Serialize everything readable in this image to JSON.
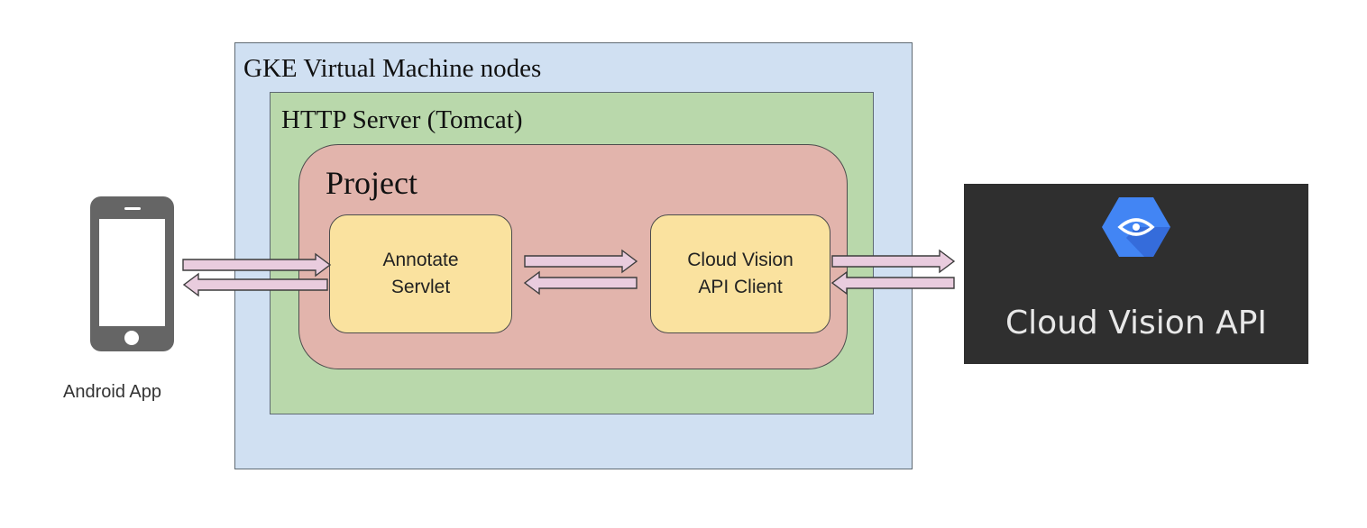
{
  "diagram": {
    "gke_label": "GKE Virtual Machine nodes",
    "http_label": "HTTP Server (Tomcat)",
    "project_label": "Project",
    "annotate_servlet": {
      "line1": "Annotate",
      "line2": "Servlet"
    },
    "vision_client": {
      "line1": "Cloud Vision",
      "line2": "API Client"
    },
    "android_label": "Android App",
    "cloud_vision_label": "Cloud Vision API",
    "icons": [
      "smartphone-icon",
      "cloud-vision-logo-icon"
    ],
    "colors": {
      "gke_fill": "#d0e0f2",
      "http_fill": "#b9d8ab",
      "project_fill": "#e2b4ac",
      "component_fill": "#fae29f",
      "arrow_fill": "#e9ccde",
      "panel_bg": "#2f2f2f",
      "logo_blue": "#4285f4"
    }
  }
}
